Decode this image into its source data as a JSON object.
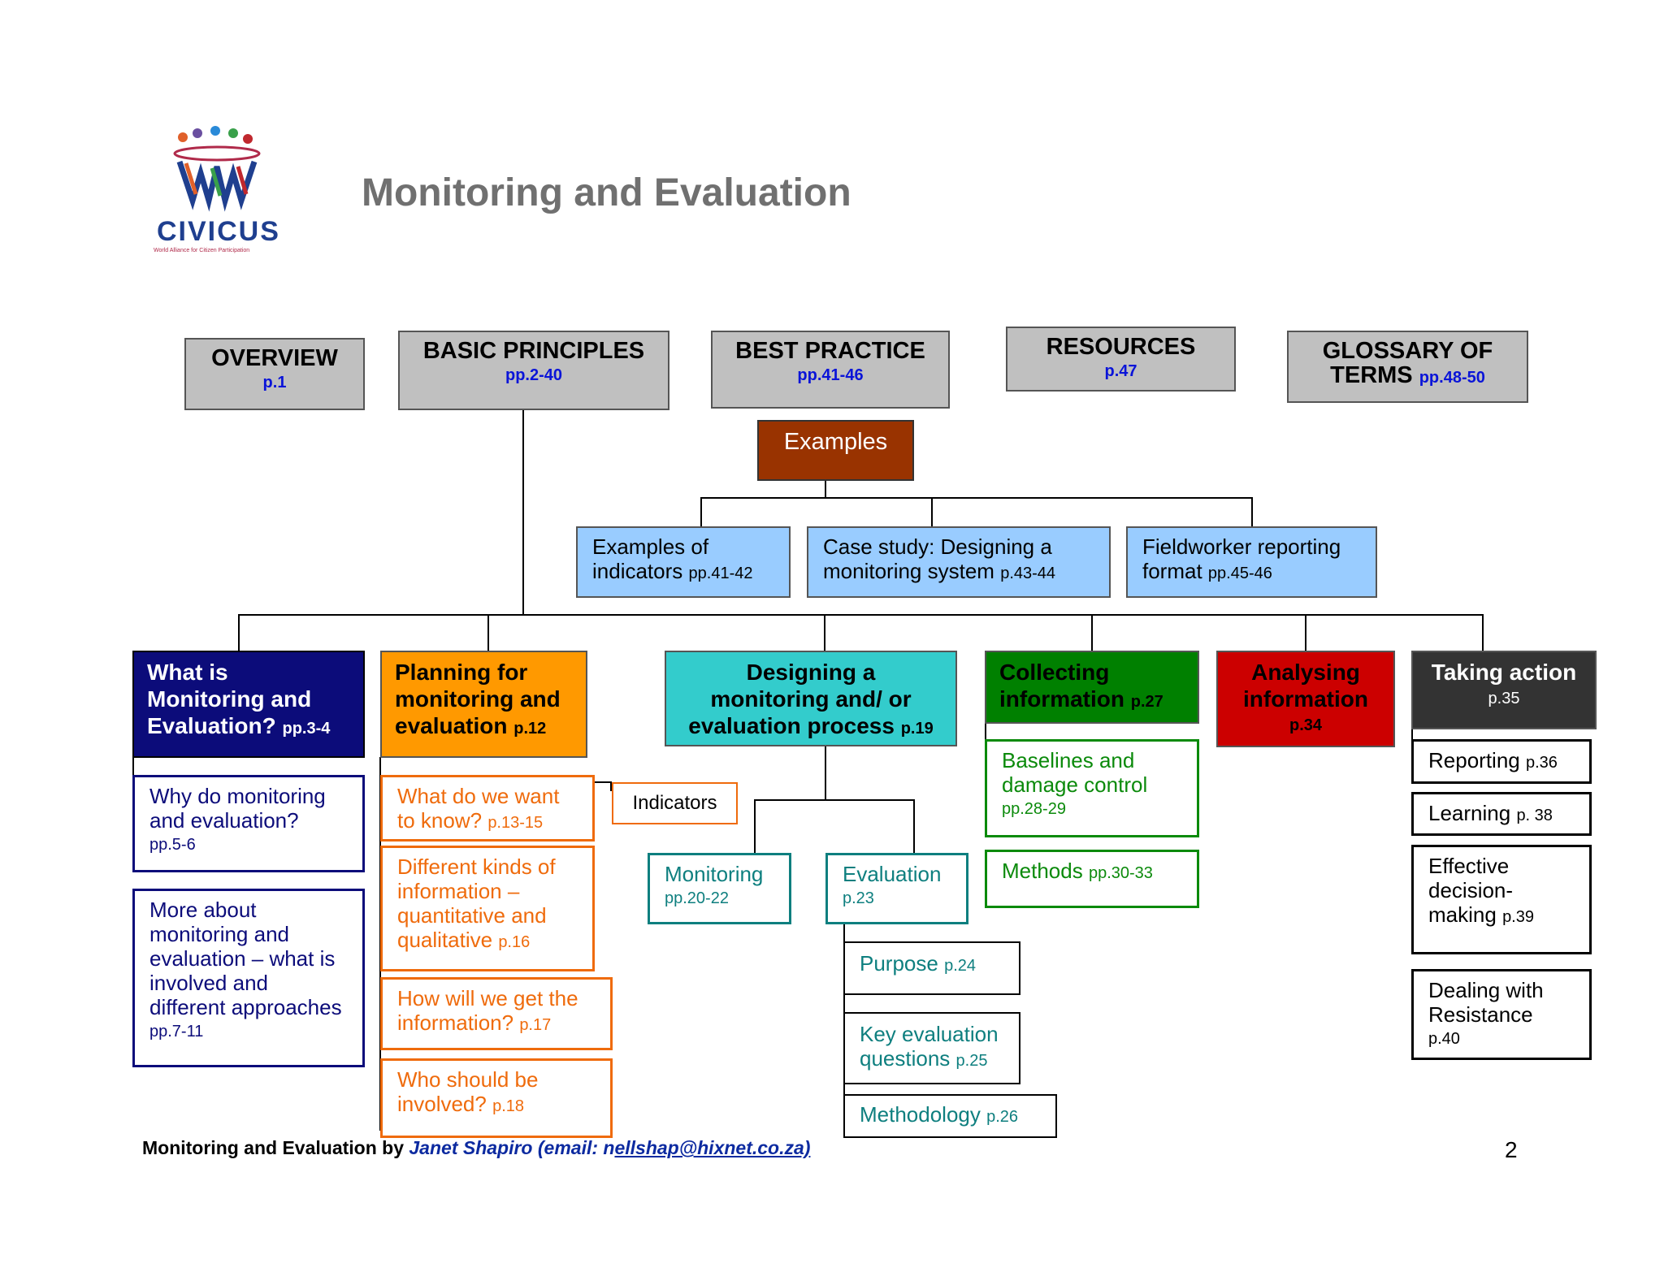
{
  "logo": {
    "name": "CIVICUS",
    "tagline": "World Alliance for Citizen Participation"
  },
  "title": "Monitoring and Evaluation",
  "top_sections": [
    {
      "label": "OVERVIEW",
      "pages": "p.1"
    },
    {
      "label": "BASIC PRINCIPLES",
      "pages": "pp.2-40"
    },
    {
      "label": "BEST PRACTICE",
      "pages": "pp.41-46"
    },
    {
      "label": "RESOURCES",
      "pages": "p.47"
    },
    {
      "label": "GLOSSARY OF",
      "label2": "TERMS",
      "pages": "pp.48-50"
    }
  ],
  "examples": {
    "label": "Examples",
    "items": [
      {
        "label": "Examples of",
        "label2": "indicators",
        "pages": "pp.41-42"
      },
      {
        "label": "Case study:  Designing a",
        "label2": "monitoring system",
        "pages": "p.43-44"
      },
      {
        "label": "Fieldworker reporting",
        "label2": "format",
        "pages": "pp.45-46"
      }
    ]
  },
  "columns": {
    "what": {
      "title1": "What is",
      "title2": "Monitoring and",
      "title3": "Evaluation?",
      "pages": "pp.3-4",
      "items": [
        {
          "l1": "Why do monitoring",
          "l2": "and evaluation?",
          "pages": "pp.5-6"
        },
        {
          "l1": "More about",
          "l2": "monitoring and",
          "l3": "evaluation – what is",
          "l4": "involved and",
          "l5": "different approaches",
          "pages": "pp.7-11"
        }
      ]
    },
    "planning": {
      "title1": "Planning for",
      "title2": "monitoring and",
      "title3": "evaluation",
      "pages": "p.12",
      "items": [
        {
          "l1": "What do we want",
          "l2": "to know?",
          "pages": "p.13-15"
        },
        {
          "l1": "Different kinds of",
          "l2": "information –",
          "l3": "quantitative and",
          "l4": "qualitative",
          "pages": "p.16"
        },
        {
          "l1": "How will we get the",
          "l2": "information?",
          "pages": "p.17"
        },
        {
          "l1": "Who should be",
          "l2": "involved?",
          "pages": "p.18"
        }
      ],
      "indicators": "Indicators"
    },
    "designing": {
      "title1": "Designing a",
      "title2": "monitoring and/ or",
      "title3": "evaluation process",
      "pages": "p.19",
      "monitoring": {
        "label": "Monitoring",
        "pages": "pp.20-22"
      },
      "evaluation": {
        "label": "Evaluation",
        "pages": "p.23"
      },
      "eval_items": [
        {
          "l1": "Purpose",
          "pages": "p.24"
        },
        {
          "l1": "Key evaluation",
          "l2": "questions",
          "pages": "p.25"
        },
        {
          "l1": "Methodology",
          "pages": "p.26"
        }
      ]
    },
    "collecting": {
      "title1": "Collecting",
      "title2": "information",
      "pages": "p.27",
      "items": [
        {
          "l1": "Baselines and",
          "l2": "damage control",
          "pages": "pp.28-29"
        },
        {
          "l1": "Methods",
          "pages": "pp.30-33"
        }
      ]
    },
    "analysing": {
      "title1": "Analysing",
      "title2": "information",
      "pages": "p.34"
    },
    "action": {
      "title1": "Taking action",
      "pages": "p.35",
      "items": [
        {
          "l1": "Reporting",
          "pages": "p.36"
        },
        {
          "l1": "Learning",
          "pages": "p. 38"
        },
        {
          "l1": "Effective",
          "l2": "decision-",
          "l3": "making",
          "pages": "p.39"
        },
        {
          "l1": "Dealing with",
          "l2": "Resistance",
          "pages": "p.40"
        }
      ]
    }
  },
  "footer": {
    "prefix": "Monitoring and Evaluation by",
    "author": "Janet Shapiro (email: n",
    "email": "ellshap@hixnet.co.za)",
    "page_number": "2"
  },
  "colors": {
    "navy": "#0c0c7a",
    "orange": "#ff9900",
    "teal": "#33cccc",
    "green": "#008000",
    "red": "#cc0000",
    "dark": "#333333",
    "brown": "#993300",
    "light_blue": "#99ccff",
    "grey": "#c0c0c0"
  }
}
